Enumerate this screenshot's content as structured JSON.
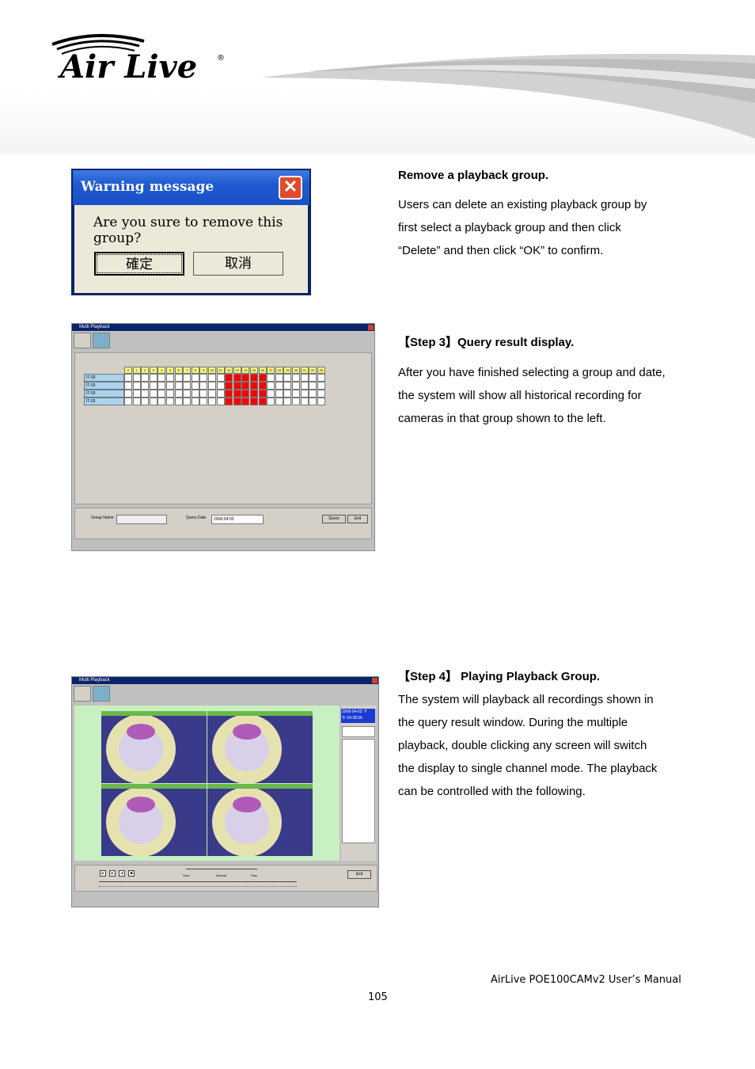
{
  "header": {
    "logo_text": "Air Live",
    "logo_mark": "®"
  },
  "section_remove": {
    "heading": "Remove a playback group.",
    "body_lines": [
      "Users can delete an existing playback group by",
      "first select a playback group and then click",
      "“Delete” and then click “OK” to confirm."
    ]
  },
  "warning_dialog": {
    "title": "Warning message",
    "close_glyph": "✕",
    "message": "Are you sure to remove this group?",
    "ok_label": "確定",
    "cancel_label": "取消"
  },
  "section_step3": {
    "heading": "【Step 3】Query result display.",
    "body_lines": [
      "After you have finished selecting a group and date,",
      "the system will show all historical recording for",
      "cameras in that group shown to the left."
    ]
  },
  "query_window": {
    "title": "Multi Playback",
    "hours": [
      "0",
      "1",
      "2",
      "3",
      "4",
      "5",
      "6",
      "7",
      "8",
      "9",
      "10",
      "11",
      "12",
      "13",
      "14",
      "15",
      "16",
      "17",
      "18",
      "19",
      "20",
      "21",
      "22",
      "23"
    ],
    "cameras": [
      "IT-03",
      "IT-03",
      "IT-03",
      "IT-03"
    ],
    "recorded_hours": [
      12,
      13,
      14,
      15,
      16
    ],
    "group_name_label": "Group Name",
    "query_date_label": "Query Date",
    "query_date_value": "2008-04-03",
    "query_button": "Query",
    "exit_button": "Exit"
  },
  "section_step4": {
    "heading": "【Step 4】 Playing Playback Group.",
    "body_lines": [
      "The system will playback all recordings shown in",
      "the query result window. During the multiple",
      "playback, double clicking any screen will switch",
      "the display to single channel mode. The playback",
      "can be controlled with the following."
    ]
  },
  "playback_window": {
    "title": "Multi Playback",
    "datetime_line1": "2008-04-03 下",
    "datetime_line2": "午 04:28:06",
    "speed_slow": "Slow",
    "speed_normal": "Normal",
    "speed_fast": "Fast",
    "exit_button": "Exit"
  },
  "footer": {
    "manual_title": "AirLive POE100CAMv2 User’s Manual",
    "page_number": "105"
  },
  "colors": {
    "dialog_blue": "#1f5ad3",
    "record_red": "#ff0000",
    "video_bg_green": "#c8f0c0"
  }
}
